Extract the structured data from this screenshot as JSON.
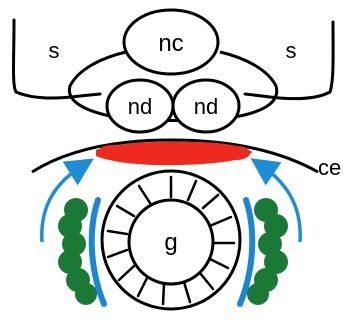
{
  "labels": {
    "somite_left": "s",
    "somite_right": "s",
    "notochord": "nc",
    "neural_duct_left": "nd",
    "neural_duct_right": "nd",
    "coelomic_epithelium": "ce",
    "gut": "g"
  },
  "colors": {
    "outline": "#000000",
    "red_band": "#ee2a1e",
    "blue_arrow": "#1b8ed6",
    "green_cells": "#1a7a35",
    "blue_lining": "#1a86d6",
    "background": "#ffffff"
  }
}
